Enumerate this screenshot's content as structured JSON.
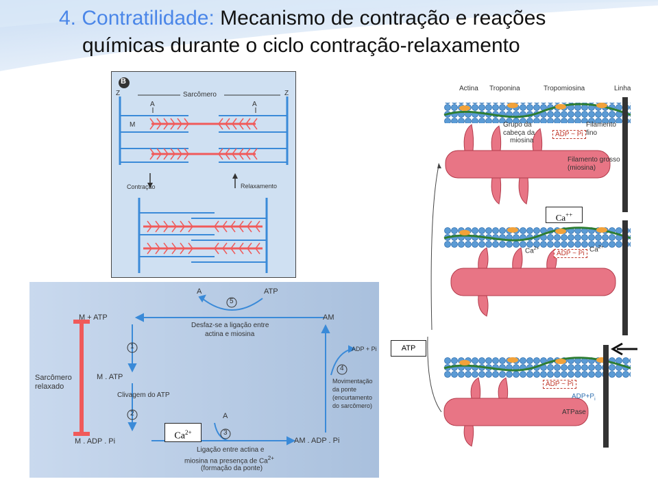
{
  "title": {
    "prefix": "4. Contratilidade:",
    "line1_rest": "Mecanismo de contração e reações",
    "line2": "químicas durante o ciclo contração-relaxamento"
  },
  "panel_b": {
    "badge": "B",
    "z_left": "Z",
    "z_right": "Z",
    "sarcomere": "Sarcômero",
    "a_left": "A",
    "a_right": "A",
    "m": "M",
    "contraction": "Contração",
    "relaxation": "Relaxamento"
  },
  "cycle": {
    "top_a": "A",
    "top_atp": "ATP",
    "step5": "5",
    "m_atp": "M + ATP",
    "am": "AM",
    "step5_text_1": "Desfaz-se a ligação entre",
    "step5_text_2": "actina e miosina",
    "step1": "1",
    "adp_pi_right": "ADP + Pi",
    "step4": "4",
    "step4_text": [
      "Movimentação",
      "da ponte",
      "(encurtamento",
      "do sarcômero)"
    ],
    "relaxed_1": "Sarcômero",
    "relaxed_2": "relaxado",
    "m_dot_atp": "M . ATP",
    "cleavage": "Clivagem do ATP",
    "step2": "2",
    "a_mid": "A",
    "step3": "3",
    "m_adp_pi": "M . ADP . Pi",
    "am_adp_pi": "AM . ADP . Pi",
    "bind_1": "Ligação entre actina e",
    "bind_2": "miosina na presença de Ca",
    "bind_2_sup": "2+",
    "bind_3": "(formação da ponte)"
  },
  "boxes": {
    "ca_plus": "Ca",
    "ca_plus_sup": "++",
    "atp": "ATP",
    "ca_2plus": "Ca",
    "ca_2plus_sup": "2+"
  },
  "filaments": {
    "actina": "Actina",
    "troponina": "Troponina",
    "tropomiosina": "Tropomiosina",
    "linha": "Linha",
    "grupo_1": "Grupo da",
    "grupo_2": "cabeça da",
    "grupo_3": "miosina",
    "adp_pi_1": "ADP ~ Pi",
    "filamento_fino_1": "Filamento",
    "filamento_fino_2": "fino",
    "grosso_1": "Filamento grosso",
    "grosso_2": "(miosina)",
    "ca2_left": "Ca",
    "ca2_right": "Ca",
    "ca_sup": "2+",
    "adp_pi_2": "ADP ~ Pi",
    "adp_pi_3": "ADP ~ Pi",
    "adp_plus_pi": "ADP+P",
    "adp_plus_pi_sub": "i",
    "atpase": "ATPase"
  },
  "colors": {
    "title_accent": "#4a86e8",
    "panel_bg": "#cfe0f2",
    "cycle_bg": "#b8cde6",
    "red": "#f05a5a",
    "blue": "#3a8ad8",
    "myosin": "#e87585",
    "actin": "#5b9bd5"
  }
}
